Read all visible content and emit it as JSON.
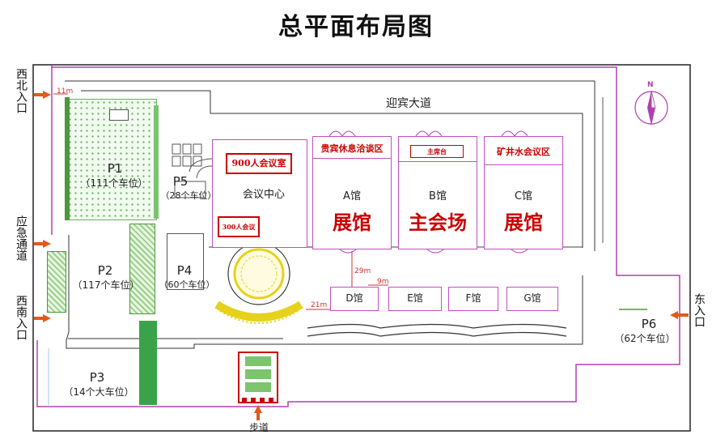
{
  "title": "总平面布局图",
  "road": "迎宾大道",
  "entrances": {
    "northwest": "西北入口",
    "emergency": "应急通道",
    "southwest": "西南入口",
    "east": "东入口",
    "walkway": "步道"
  },
  "parking": [
    {
      "id": "P1",
      "capacity": "（111个车位）"
    },
    {
      "id": "P2",
      "capacity": "（117个车位）"
    },
    {
      "id": "P3",
      "capacity": "（14个大车位）"
    },
    {
      "id": "P4",
      "capacity": "（60个车位）"
    },
    {
      "id": "P5",
      "capacity": "（28个车位）"
    },
    {
      "id": "P6",
      "capacity": "（62个车位）"
    }
  ],
  "conference": {
    "label": "会议中心",
    "room900": "900人会议室",
    "room300": "300人会议"
  },
  "halls": {
    "A": {
      "name": "A馆",
      "sign": "贵宾休息洽谈区",
      "big": "展馆"
    },
    "B": {
      "name": "B馆",
      "sign": "主席台",
      "big": "主会场"
    },
    "C": {
      "name": "C馆",
      "sign": "矿井水会议区",
      "big": "展馆"
    },
    "D": "D馆",
    "E": "E馆",
    "F": "F馆",
    "G": "G馆"
  },
  "distances": {
    "d11": "11m",
    "d29": "29m",
    "d9": "9m",
    "d21": "21m"
  },
  "compass": "N",
  "colors": {
    "boundary": "#b040b0",
    "arrow": "#e05a1a",
    "red_text": "#cc0000",
    "green": "#4a9a3a"
  }
}
